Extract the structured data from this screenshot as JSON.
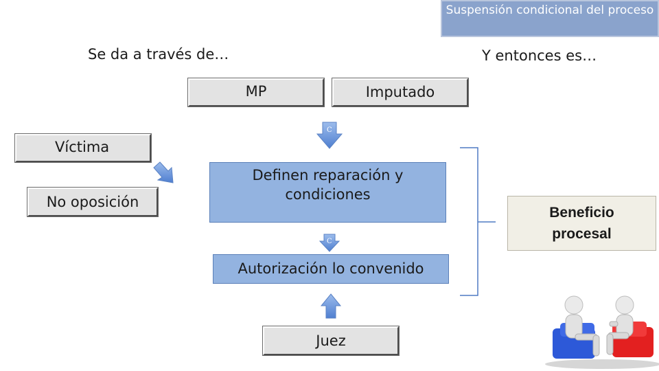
{
  "header": {
    "title": "Suspensión condicional del proceso"
  },
  "headings": {
    "left": "Se da a través de…",
    "right": "Y entonces es…"
  },
  "nodes": {
    "mp": "MP",
    "imputado": "Imputado",
    "victima": "Víctima",
    "no_oposicion": "No oposición",
    "definen_line1": "Definen reparación y",
    "definen_line2": "condiciones",
    "autorizacion": "Autorización lo convenido",
    "juez": "Juez",
    "beneficio_line1": "Beneficio",
    "beneficio_line2": "procesal"
  },
  "arrows": {
    "label_top": "C",
    "label_bottom": "C"
  },
  "illustration": {
    "icon": "two-people-talking-chairs"
  },
  "colors": {
    "title_fill": "#8aa3cc",
    "blue_fill": "#93b3e0",
    "arrow_fill": "#6f9be0",
    "gray_fill": "#e3e3e3",
    "bracket": "#4f7ac4"
  }
}
